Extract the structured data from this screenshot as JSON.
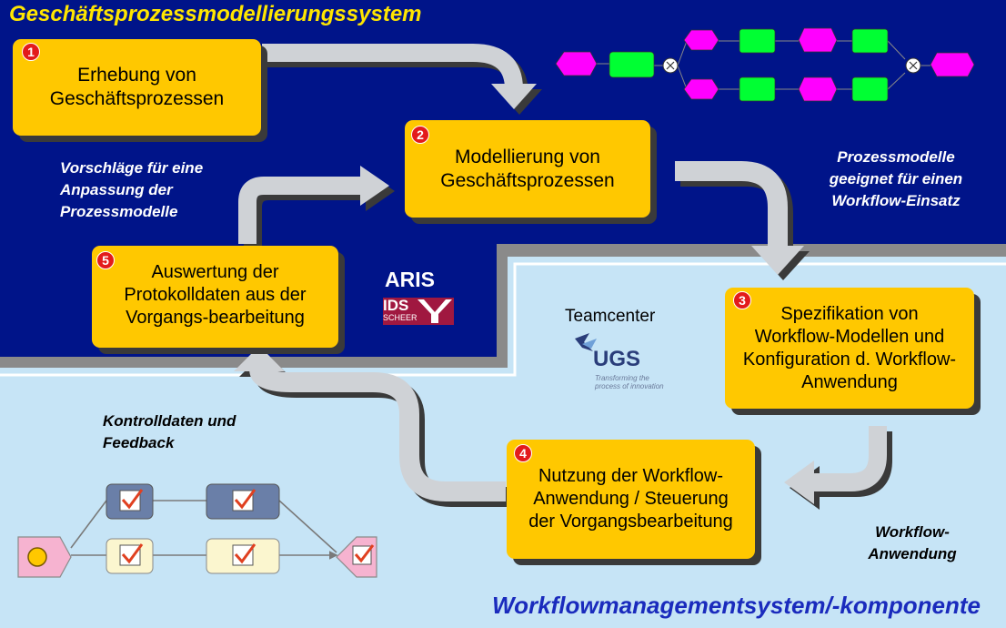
{
  "titles": {
    "top": "Geschäftsprozessmodellierungssystem",
    "bottom": "Workflowmanagementsystem/-komponente"
  },
  "steps": [
    {
      "number": "1",
      "text": "Erhebung von Geschäftsprozessen"
    },
    {
      "number": "2",
      "text": "Modellierung von Geschäftsprozessen"
    },
    {
      "number": "3",
      "text": "Spezifikation von Workflow-Modellen und Konfiguration d. Workflow-Anwendung"
    },
    {
      "number": "4",
      "text": "Nutzung der Workflow-Anwendung / Steuerung der Vorgangsbearbeitung"
    },
    {
      "number": "5",
      "text": "Auswertung der Protokolldaten aus der Vorgangs-bearbeitung"
    }
  ],
  "notes": {
    "vorschlaege": "Vorschläge für eine Anpassung der Prozessmodelle",
    "prozessmodelle": "Prozessmodelle geeignet für einen Workflow-Einsatz",
    "kontrolldaten": "Kontrolldaten und Feedback",
    "workflow_anwendung": "Workflow-Anwendung"
  },
  "logos": {
    "aris": "ARIS",
    "ids_line1": "IDS",
    "ids_line2": "SCHEER",
    "teamcenter": "Teamcenter",
    "ugs": "UGS",
    "ugs_tagline": "Transforming the process of innovation"
  },
  "colors": {
    "dark_region": "#001489",
    "light_region": "#c6e4f6",
    "box": "#ffc800",
    "badge": "#e31b1b",
    "arrow": "#cfd2d6",
    "top_title": "#ffe600",
    "bottom_title": "#1a2bbd",
    "epc_event": "#ff00ff",
    "epc_function": "#00ff33"
  }
}
